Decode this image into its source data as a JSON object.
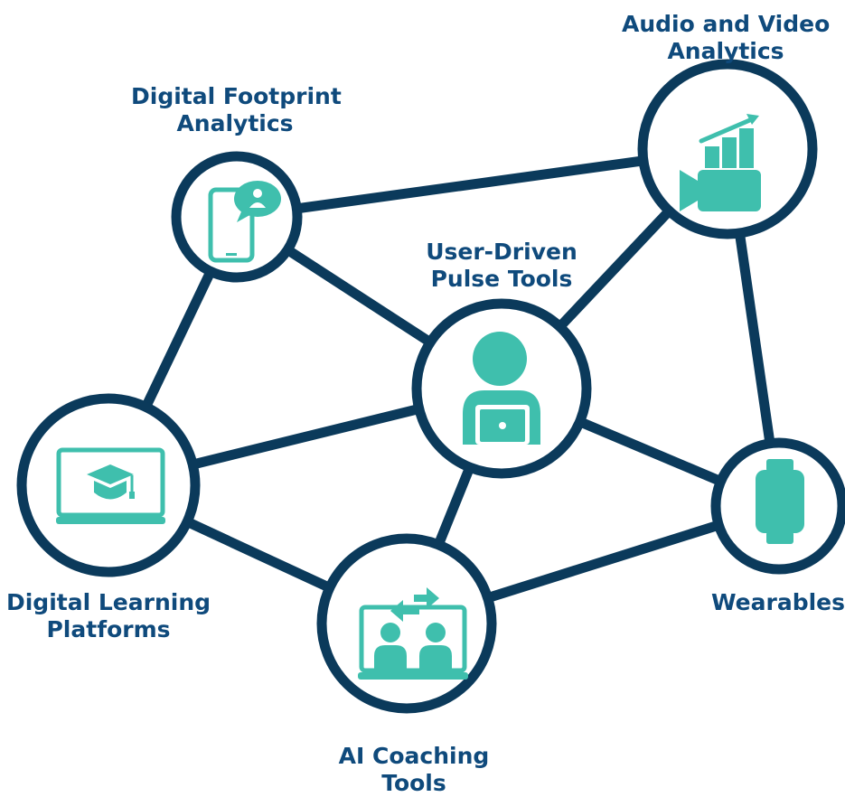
{
  "colors": {
    "node_outline": "#0b3a5b",
    "edge": "#0b3a5b",
    "icon": "#3fbfad",
    "label_text": "#0f4a7c",
    "background": "#ffffff"
  },
  "nodes": {
    "user_driven": {
      "label_line1": "User-Driven",
      "label_line2": "Pulse Tools",
      "icon": "person-laptop-icon"
    },
    "digital_footprint": {
      "label_line1": "Digital Footprint",
      "label_line2": "Analytics",
      "icon": "phone-chat-icon"
    },
    "audio_video": {
      "label_line1": "Audio and Video",
      "label_line2": "Analytics",
      "icon": "video-camera-chart-icon"
    },
    "digital_learning": {
      "label_line1": "Digital Learning",
      "label_line2": "Platforms",
      "icon": "laptop-graduation-cap-icon"
    },
    "ai_coaching": {
      "label_line1": "AI Coaching",
      "label_line2": "Tools",
      "icon": "video-call-exchange-icon"
    },
    "wearables": {
      "label_line1": "Wearables",
      "icon": "smartwatch-icon"
    }
  }
}
